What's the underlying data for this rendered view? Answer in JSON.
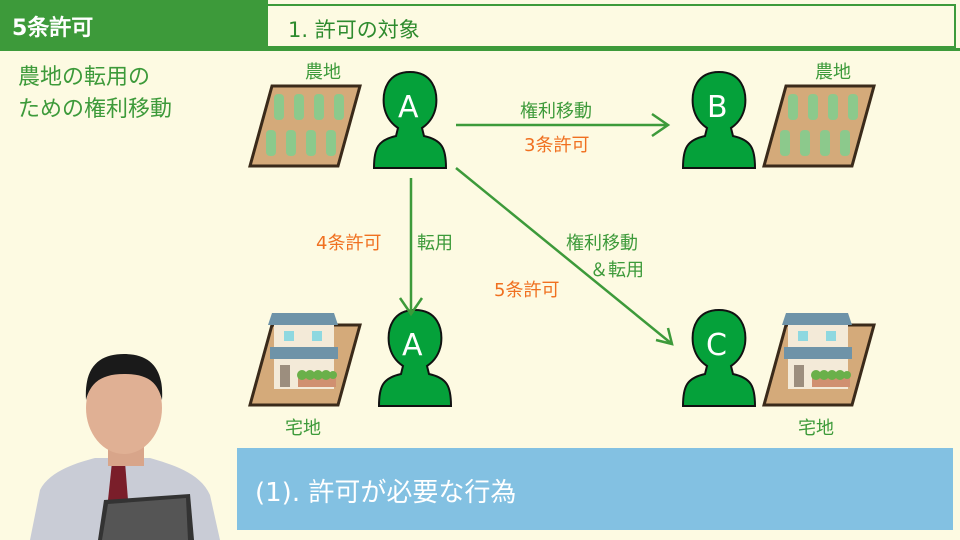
{
  "header": {
    "section": "5条許可",
    "subtitle": "1. 許可の対象"
  },
  "side_title": [
    "農地の転用の",
    "ための権利移動"
  ],
  "diagram": {
    "top_left_land": "農地",
    "top_right_land": "農地",
    "bottom_left_land": "宅地",
    "bottom_right_land": "宅地",
    "persons": {
      "top_left": "A",
      "top_right": "B",
      "bottom_left": "A",
      "bottom_right": "C"
    },
    "arrow_right": {
      "label": "権利移動",
      "permit": "3条許可"
    },
    "arrow_down": {
      "label": "転用",
      "permit": "4条許可"
    },
    "arrow_diag": {
      "label1": "権利移動",
      "label2": "＆転用",
      "permit": "5条許可"
    }
  },
  "caption": "(1). 許可が必要な行為",
  "colors": {
    "green": "#3d9a3a",
    "orange": "#f07020",
    "person": "#05a13a",
    "caption_bg": "#83c1e2"
  }
}
